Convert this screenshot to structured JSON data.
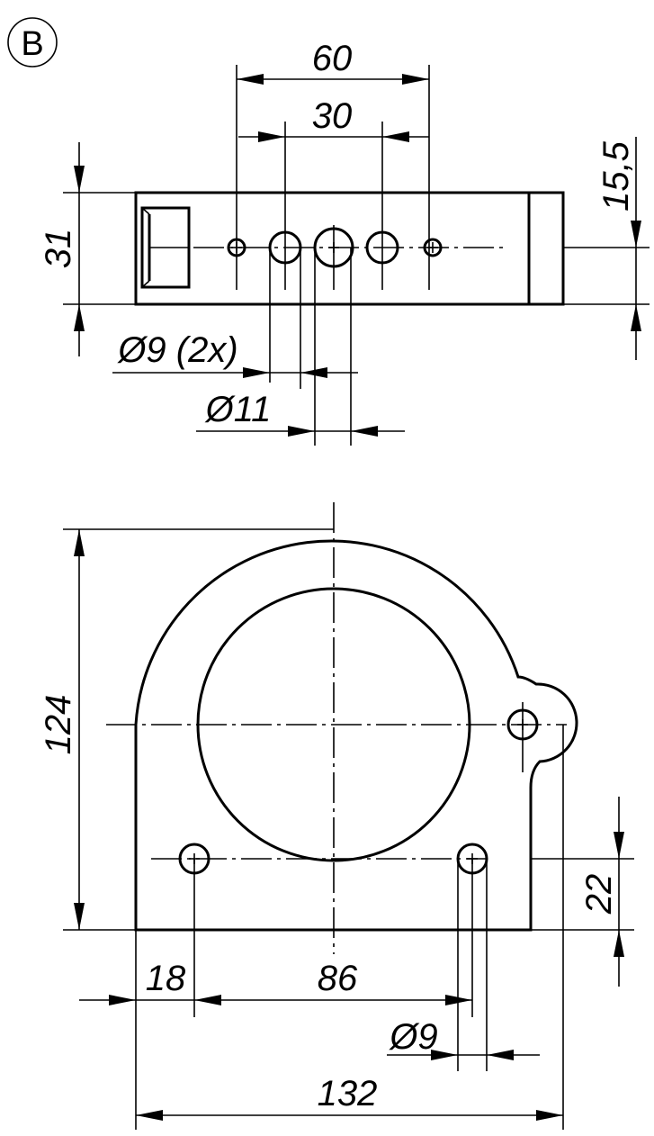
{
  "view_label": "B",
  "top_view": {
    "dim_hole_spacing_outer": "60",
    "dim_hole_spacing_inner": "30",
    "dim_height": "31",
    "dim_offset": "15,5",
    "dim_small_holes": "Ø9 (2x)",
    "dim_center_hole": "Ø11"
  },
  "front_view": {
    "dim_total_height": "124",
    "dim_hole_height": "22",
    "dim_left_offset": "18",
    "dim_hole_spacing": "86",
    "dim_hole_diameter": "Ø9",
    "dim_total_width": "132"
  }
}
